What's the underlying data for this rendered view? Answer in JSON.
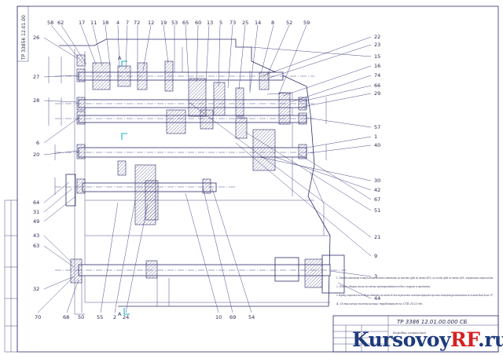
{
  "drawing": {
    "stamp_code": "ТР 3386  12.01.00.000 СБ",
    "side_code": "ТР 33856 12.01.00",
    "stamp_caption": "Коробка скоростей"
  },
  "section_marks": [
    "A",
    "A"
  ],
  "positions_top": [
    "58",
    "62",
    "17",
    "11",
    "18",
    "4",
    "7",
    "72",
    "12",
    "19",
    "53",
    "65",
    "60",
    "13",
    "5",
    "73",
    "25",
    "14",
    "8",
    "52",
    "59"
  ],
  "positions_left": [
    "26",
    "27",
    "28",
    "6",
    "20",
    "64",
    "31",
    "49",
    "43",
    "63",
    "32"
  ],
  "positions_right": [
    "22",
    "23",
    "15",
    "16",
    "74",
    "66",
    "29",
    "57",
    "1",
    "40",
    "30",
    "42",
    "67",
    "51",
    "21",
    "9",
    "3",
    "44"
  ],
  "positions_bottom": [
    "70",
    "68",
    "50",
    "55",
    "2",
    "24",
    "10",
    "69",
    "54"
  ],
  "notes": [
    "1. Пятно контакта в зацеплении должно занимать по высоте зуба не менее 45%, по длине зуба не менее 60%, нормальное зацепление.",
    "2. После сборки валы должны проворачиваться без стуков и заеданий.",
    "3. Коробку скоростей после сборки обкатать на стенде 60 мин на различных частотах вращения при этом температура подшипников не должна быть более 70°.",
    "4. Остальные технические требования по СТБ 1022-96."
  ],
  "watermark": {
    "part1": "Kursovoy",
    "part2": "RF",
    "part3": ".ru"
  }
}
